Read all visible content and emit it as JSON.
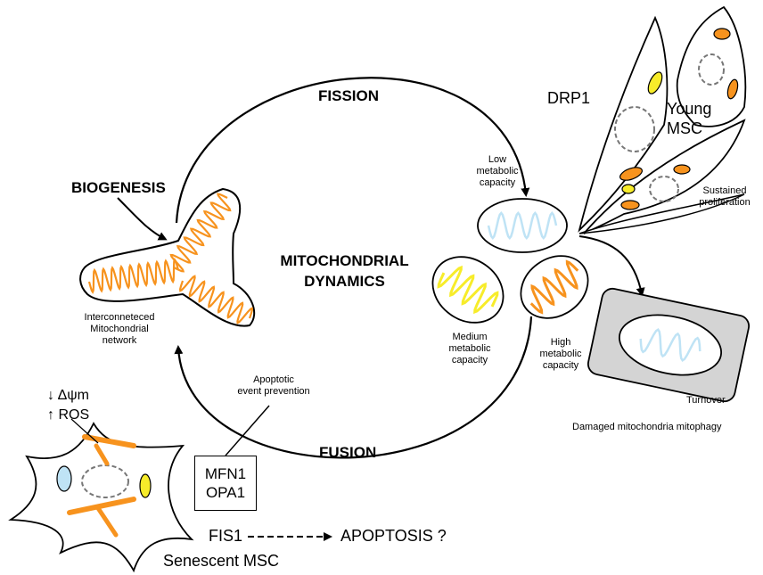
{
  "labels": {
    "fission": "FISSION",
    "fusion": "FUSION",
    "biogenesis": "BIOGENESIS",
    "dynamics_line1": "MITOCHONDRIAL",
    "dynamics_line2": "DYNAMICS",
    "network_line1": "Interconneteced",
    "network_line2": "Mitochondrial",
    "network_line3": "network",
    "low_line1": "Low",
    "low_line2": "metabolic",
    "low_line3": "capacity",
    "medium_line1": "Medium",
    "medium_line2": "metabolic",
    "medium_line3": "capacity",
    "high_line1": "High",
    "high_line2": "metabolic",
    "high_line3": "capacity",
    "drp1": "DRP1",
    "young_line1": "Young",
    "young_line2": "MSC",
    "sustained_line1": "Sustained",
    "sustained_line2": "proliferation",
    "turnover": "Turnover",
    "mitophagy": "Damaged mitochondria  mitophagy",
    "apoptotic_line1": "Apoptotic",
    "apoptotic_line2": "event prevention",
    "delta_psi": "↓ Δψm",
    "ros": "↑ ROS",
    "mfn1": "MFN1",
    "opa1": "OPA1",
    "fis1": "FIS1",
    "apoptosis": "APOPTOSIS ?",
    "senescent": "Senescent MSC"
  },
  "colors": {
    "orange": "#f7931e",
    "yellow": "#f7ec2a",
    "light_blue": "#bfe3f5",
    "grey": "#d4d4d4",
    "outline": "#000000"
  }
}
